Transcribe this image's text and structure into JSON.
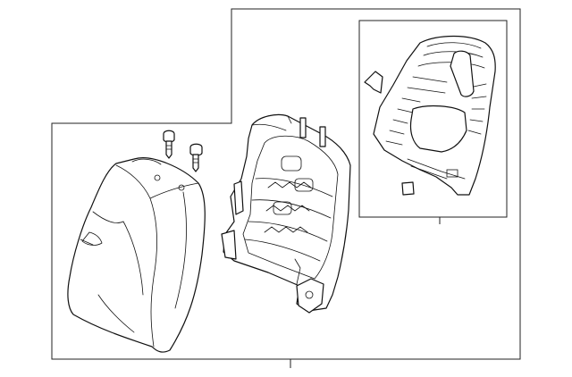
{
  "diagram": {
    "parts": [
      {
        "name": "seatback-cover"
      },
      {
        "name": "bolt-left"
      },
      {
        "name": "bolt-right"
      },
      {
        "name": "seatback-frame"
      },
      {
        "name": "seatback-pad"
      },
      {
        "name": "clip"
      },
      {
        "name": "retainer-square"
      }
    ],
    "colors": {
      "line": "#111111",
      "background": "#ffffff"
    }
  }
}
